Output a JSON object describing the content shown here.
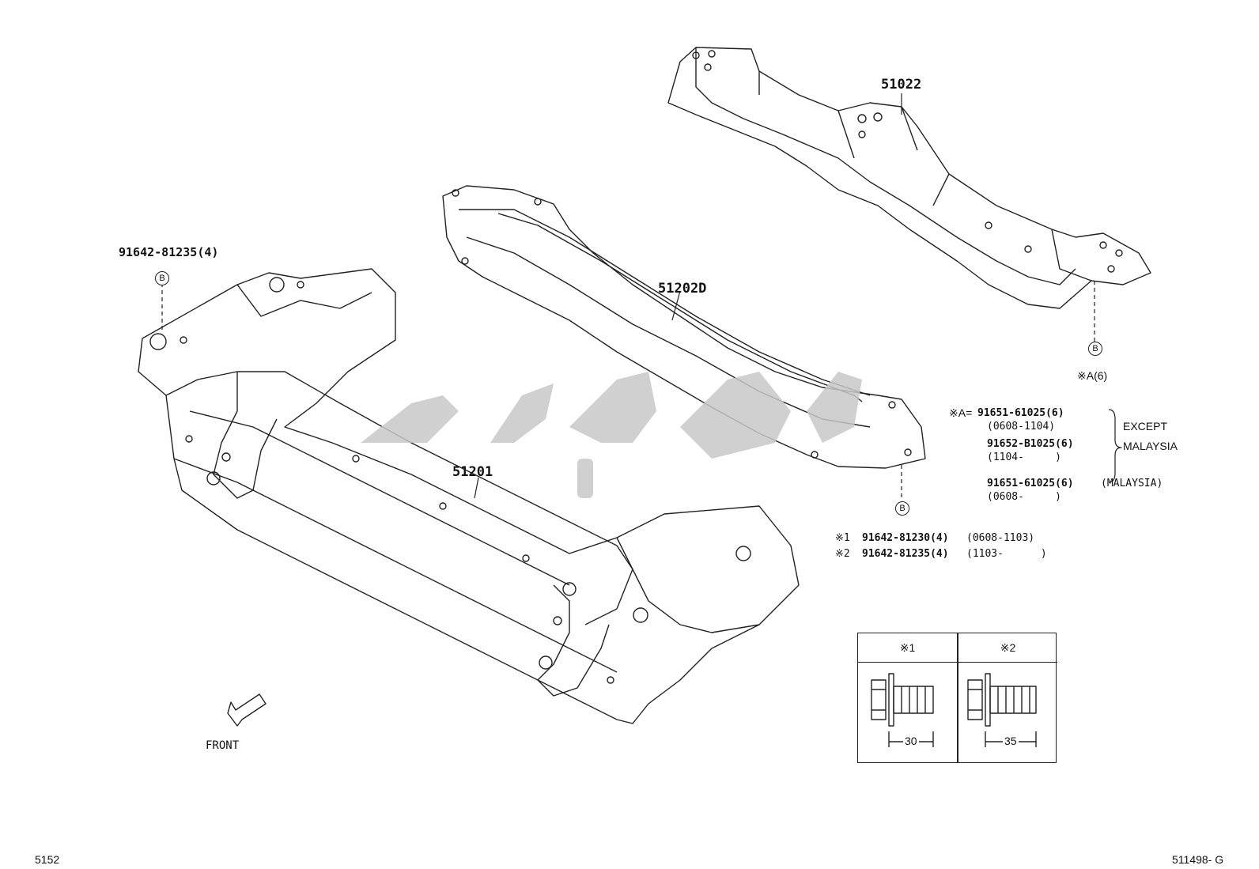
{
  "labels": {
    "part_51022": "51022",
    "part_51202d": "51202D",
    "part_51201": "51201",
    "bolt_top_left": "91642-81235(4)",
    "callout_b": "B",
    "a6": "※A(6)",
    "a_line1_prefix": "※A=",
    "a_line1_part": "91651-61025(6)",
    "a_line1_date": "(0608-1104)",
    "a_line2_part": "91652-B1025(6)",
    "a_line2_date": "(1104-     )",
    "a_except": "EXCEPT",
    "a_malaysia": "MALAYSIA",
    "a_line3_part": "91651-61025(6)",
    "a_line3_note": "(MALAYSIA)",
    "a_line3_date": "(0608-     )",
    "n1_prefix": "※1",
    "n1_part": "91642-81230(4)",
    "n1_date": "(0608-1103)",
    "n2_prefix": "※2",
    "n2_part": "91642-81235(4)",
    "n2_date": "(1103-      )",
    "front": "FRONT",
    "page_left": "5152",
    "page_right": "511498- G"
  },
  "spec_table": {
    "col1_header": "※1",
    "col2_header": "※2",
    "col1_length": "30",
    "col2_length": "35"
  },
  "colors": {
    "line": "#222222",
    "watermark": "#c8c8c8"
  }
}
